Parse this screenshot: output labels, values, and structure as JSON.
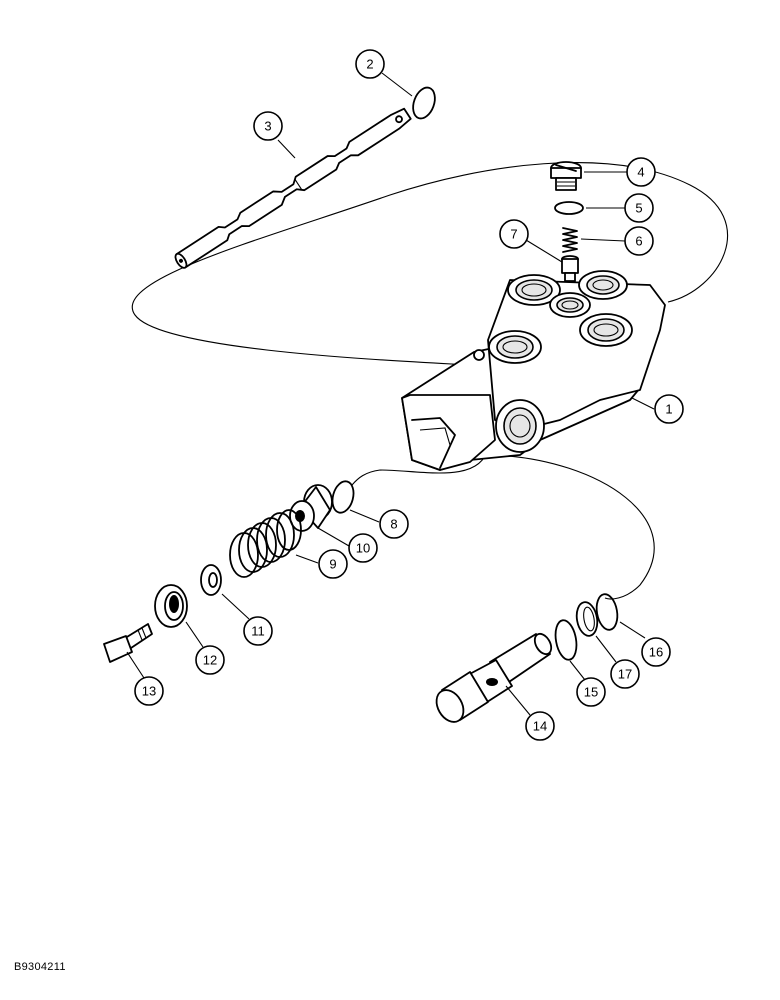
{
  "callouts": [
    "1",
    "2",
    "3",
    "4",
    "5",
    "6",
    "7",
    "8",
    "9",
    "10",
    "11",
    "12",
    "13",
    "14",
    "15",
    "16",
    "17"
  ],
  "document_code": "B9304211"
}
